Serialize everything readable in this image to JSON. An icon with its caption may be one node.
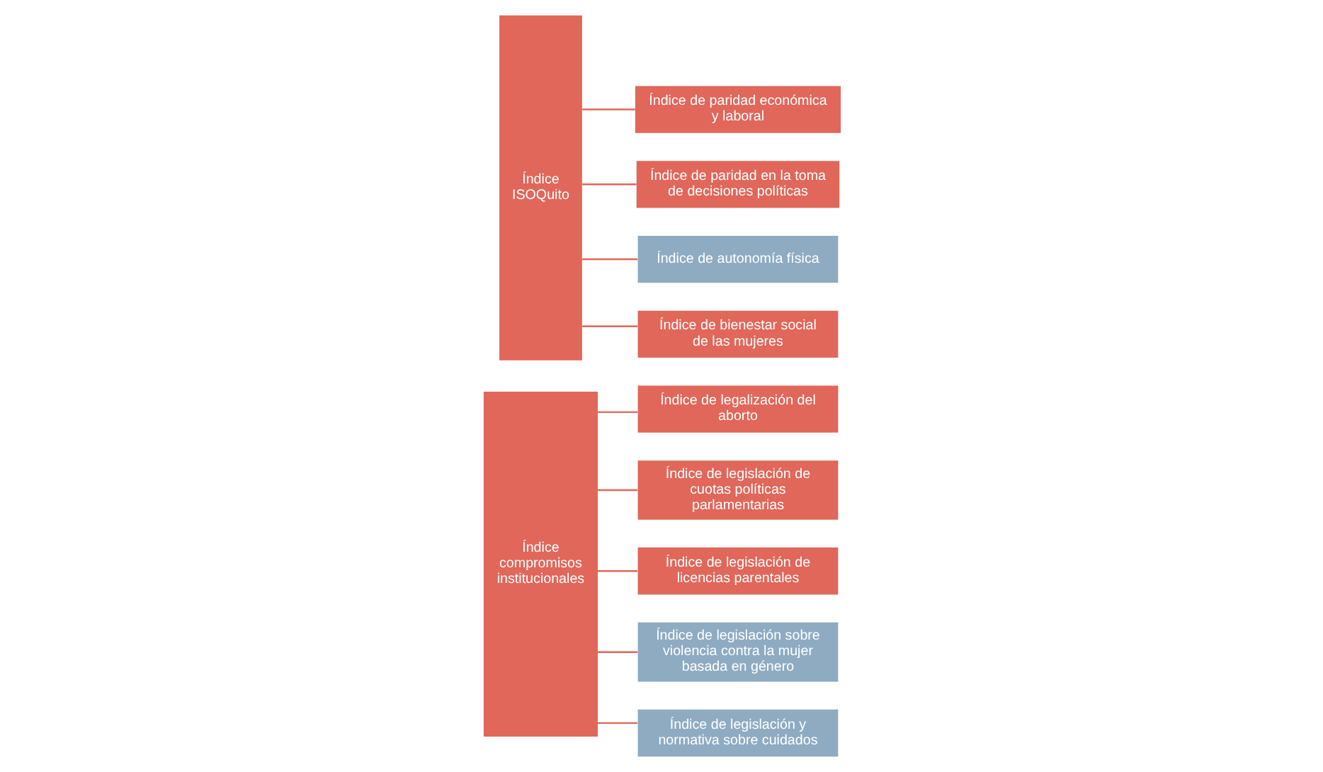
{
  "diagram": {
    "nodes": [
      {
        "text": [
          "Índice ISOQuito"
        ]
      },
      {
        "text": [
          "Índice de bienestar social de las mujeres"
        ]
      },
      {
        "text": [
          "Índice de paridad económica y laboral"
        ]
      },
      {
        "text": [
          "Índice de paridad en la toma de decisiones políticas"
        ]
      },
      {
        "text": [
          "Índice de autonomía física"
        ]
      },
      {
        "text": [
          "Índice compromisos institucionales"
        ]
      },
      {
        "text": [
          "Índice de legalización del aborto"
        ]
      },
      {
        "text": [
          "Índice de legislación de cuotas políticas parlamentarias"
        ]
      },
      {
        "text": [
          "Índice de legislación de licencias parentales"
        ]
      },
      {
        "text": [
          "Índice de legislación sobre violencia contra la mujer basada en género"
        ]
      },
      {
        "text": [
          "Índice de legislación y normativa sobre cuidados"
        ]
      }
    ],
    "edges": [
      {
        "from": 0,
        "to": 1,
        "arrow": "none"
      },
      {
        "from": 0,
        "to": 2,
        "arrow": "none"
      },
      {
        "from": 0,
        "to": 3,
        "arrow": "none"
      },
      {
        "from": 0,
        "to": 4,
        "arrow": "none"
      },
      {
        "from": 5,
        "to": 6,
        "arrow": "none"
      },
      {
        "from": 5,
        "to": 7,
        "arrow": "none"
      },
      {
        "from": 5,
        "to": 8,
        "arrow": "none"
      },
      {
        "from": 5,
        "to": 9,
        "arrow": "none"
      },
      {
        "from": 5,
        "to": 10,
        "arrow": "none"
      }
    ]
  }
}
